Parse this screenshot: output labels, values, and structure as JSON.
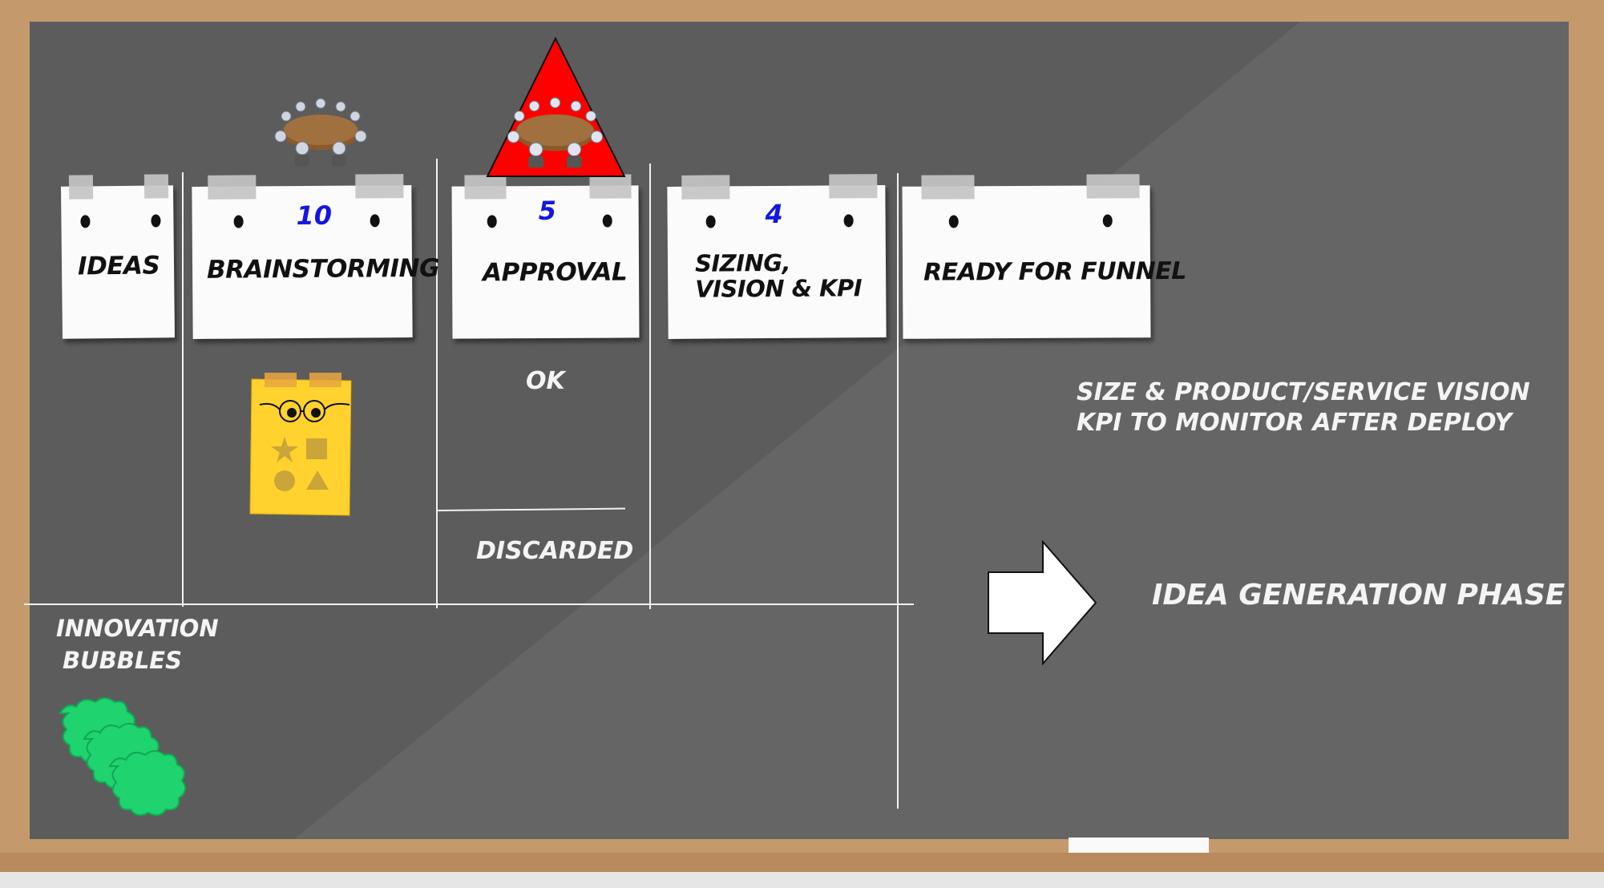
{
  "columns": [
    {
      "title": "IDEAS",
      "count": ""
    },
    {
      "title": "BRAINSTORMING",
      "count": "10"
    },
    {
      "title": "APPROVAL",
      "count": "5"
    },
    {
      "title": "SIZING, VISION & KPI",
      "count": "4"
    },
    {
      "title": "READY FOR FUNNEL",
      "count": ""
    }
  ],
  "labels": {
    "ok": "OK",
    "discarded": "DISCARDED",
    "innovation_bubbles": "INNOVATION BUBBLES",
    "vision_line1": "SIZE & PRODUCT/SERVICE VISION",
    "vision_line2": "KPI TO MONITOR AFTER DEPLOY",
    "phase": "IDEA GENERATION PHASE"
  },
  "icons": {
    "meeting": "meeting-table-icon",
    "warning": "warning-triangle-icon",
    "sticky": "sticky-note-shapes-icon",
    "bubbles": "green-bubbles-icon",
    "arrow": "right-arrow-icon"
  },
  "colors": {
    "board": "#5c5c5c",
    "frame": "#c49a6c",
    "count": "#1416e0",
    "warning": "#ff0000",
    "sticky": "#ffd22e",
    "bubbles": "#1fd36f"
  }
}
